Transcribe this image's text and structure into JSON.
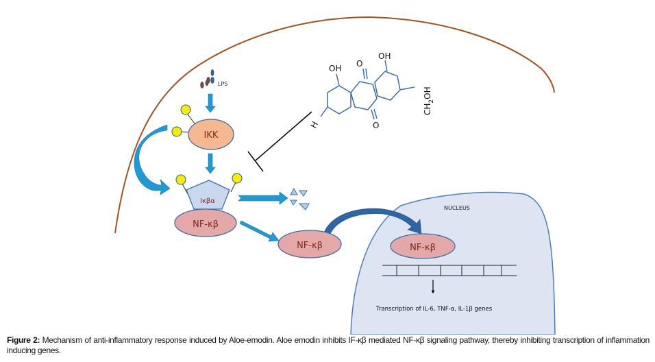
{
  "diagram": {
    "lps_label": "LPS",
    "ikk_label": "IKK",
    "ikba_label": "Iκβα",
    "nfkb_label": "NF-κβ",
    "nfkb_label_2": "NF-κβ",
    "nfkb_label_nucleus": "NF-κβ",
    "nucleus_label": "NUCLEUS",
    "transcription_label": "Transcription of IL-6, TNF-α, IL-1β genes",
    "molecule": {
      "oh_left": "OH",
      "o_top": "O",
      "oh_right": "OH",
      "o_bottom": "O",
      "h_label": "H",
      "ch2oh_label": "CH2OH"
    },
    "colors": {
      "membrane": "#a0521d",
      "nucleus_fill": "#dce5f1",
      "nucleus_stroke": "#4a7fb5",
      "ikk_fill": "#f6b98f",
      "nfkb_fill": "#e4a8a8",
      "ikba_fill": "#c7d8ef",
      "phosphate": "#f5ee00",
      "arrow": "#1e9ad6",
      "arrow_dark": "#2f65a5"
    }
  },
  "caption": {
    "figure_label": "Figure 2:",
    "text": " Mechanism of anti-inflammatory response induced by Aloe-emodin. Aloe emodin inhibits IF-κβ mediated NF-κβ signaling pathway, thereby inhibiting transcription of inflammation inducing genes."
  }
}
